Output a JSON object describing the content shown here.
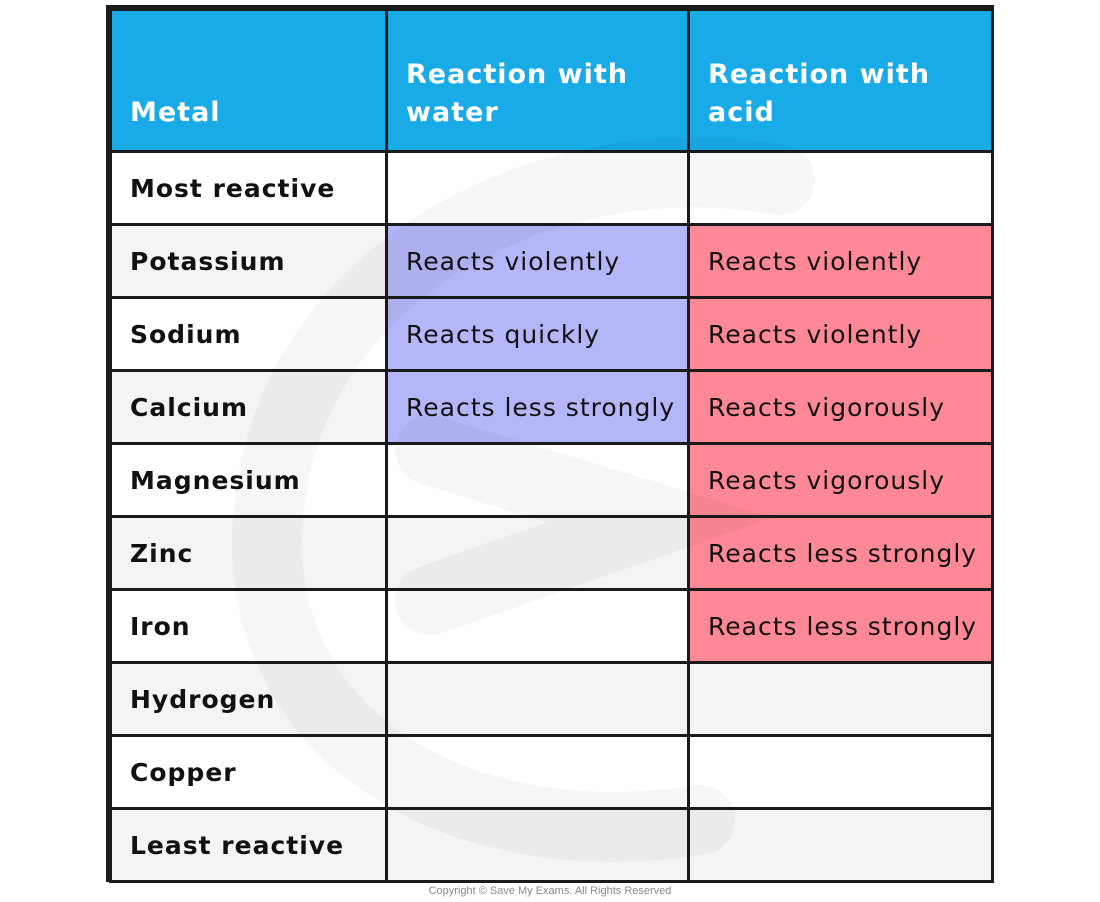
{
  "table": {
    "headers": [
      "Metal",
      "Reaction with water",
      "Reaction with acid"
    ],
    "rows": [
      {
        "metal": "Most reactive",
        "water": "",
        "acid": ""
      },
      {
        "metal": "Potassium",
        "water": "Reacts violently",
        "acid": "Reacts violently"
      },
      {
        "metal": "Sodium",
        "water": "Reacts quickly",
        "acid": "Reacts violently"
      },
      {
        "metal": "Calcium",
        "water": "Reacts less strongly",
        "acid": "Reacts vigorously"
      },
      {
        "metal": "Magnesium",
        "water": "",
        "acid": "Reacts vigorously"
      },
      {
        "metal": "Zinc",
        "water": "",
        "acid": "Reacts less strongly"
      },
      {
        "metal": "Iron",
        "water": "",
        "acid": "Reacts less strongly"
      },
      {
        "metal": "Hydrogen",
        "water": "",
        "acid": ""
      },
      {
        "metal": "Copper",
        "water": "",
        "acid": ""
      },
      {
        "metal": "Least reactive",
        "water": "",
        "acid": ""
      }
    ]
  },
  "colors": {
    "header_bg": "#19aae8",
    "water_highlight": "#b3b7f8",
    "acid_highlight": "#ff8896",
    "row_alt": "#f4f4f4",
    "border": "#1a1a1a"
  },
  "footer": {
    "copyright": "Copyright © Save My Exams. All Rights Reserved"
  }
}
